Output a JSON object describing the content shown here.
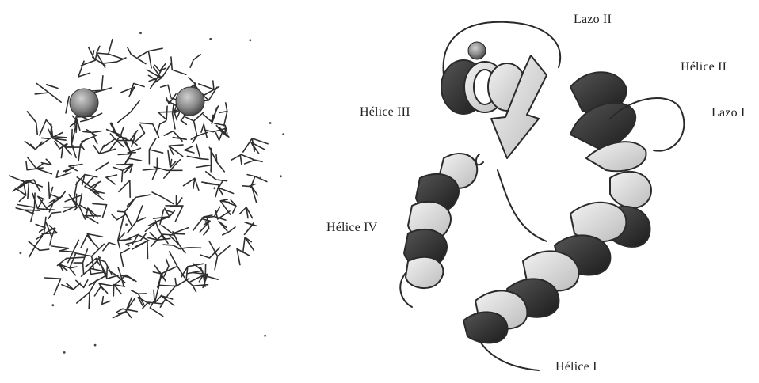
{
  "labels": {
    "lazo_ii": "Lazo  II",
    "helice_ii": "Hélice II",
    "lazo_i": "Lazo I",
    "helice_iii": "Hélice III",
    "helice_iv": "Hélice IV",
    "helice_i": "Hélice I"
  },
  "colors": {
    "ink": "#2a2a2a",
    "ribbon_light": "#dedede",
    "ribbon_dark": "#3a3a3a",
    "sphere": "#8a8a8a"
  }
}
